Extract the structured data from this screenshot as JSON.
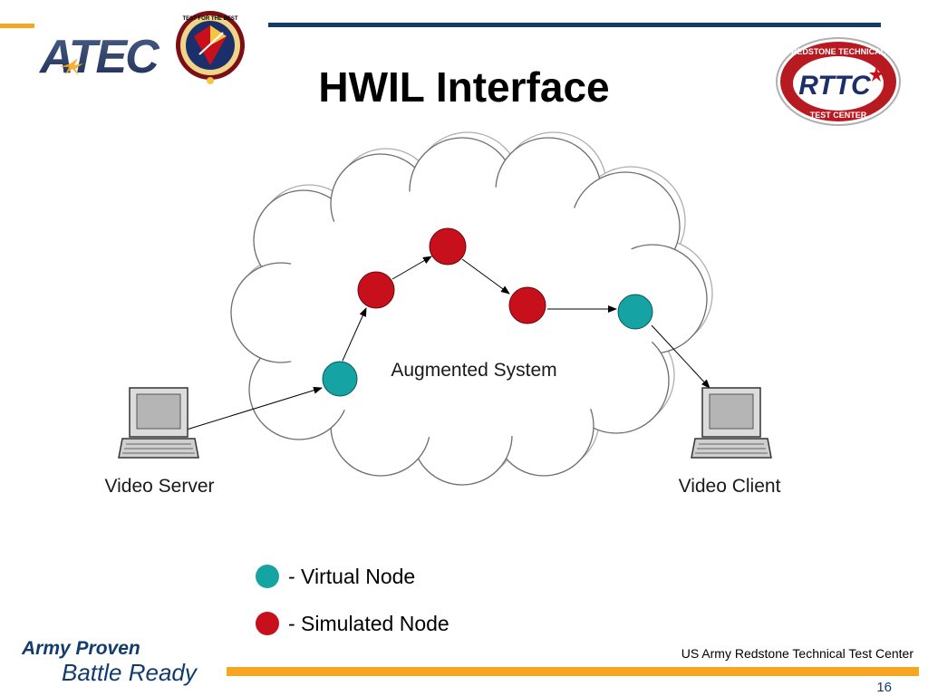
{
  "slide": {
    "title": "HWIL Interface",
    "page_number": "16",
    "footer_org": "US Army Redstone Technical Test Center"
  },
  "logos": {
    "atec": "ATEC",
    "seal_text": "TEST FOR THE BEST",
    "rttc_top": "REDSTONE TECHNICAL",
    "rttc_main": "RTTC",
    "rttc_bottom": "TEST CENTER"
  },
  "tagline": {
    "line1": "Army Proven",
    "line2": "Battle Ready"
  },
  "diagram": {
    "cloud_label": "Augmented System",
    "server_label": "Video Server",
    "client_label": "Video Client"
  },
  "legend": {
    "virtual_label": "- Virtual Node",
    "simulated_label": "- Simulated Node"
  },
  "colors": {
    "virtual_node": "#16a3a3",
    "simulated_node": "#c8101c",
    "navy": "#123b6e",
    "orange": "#f5a623"
  }
}
